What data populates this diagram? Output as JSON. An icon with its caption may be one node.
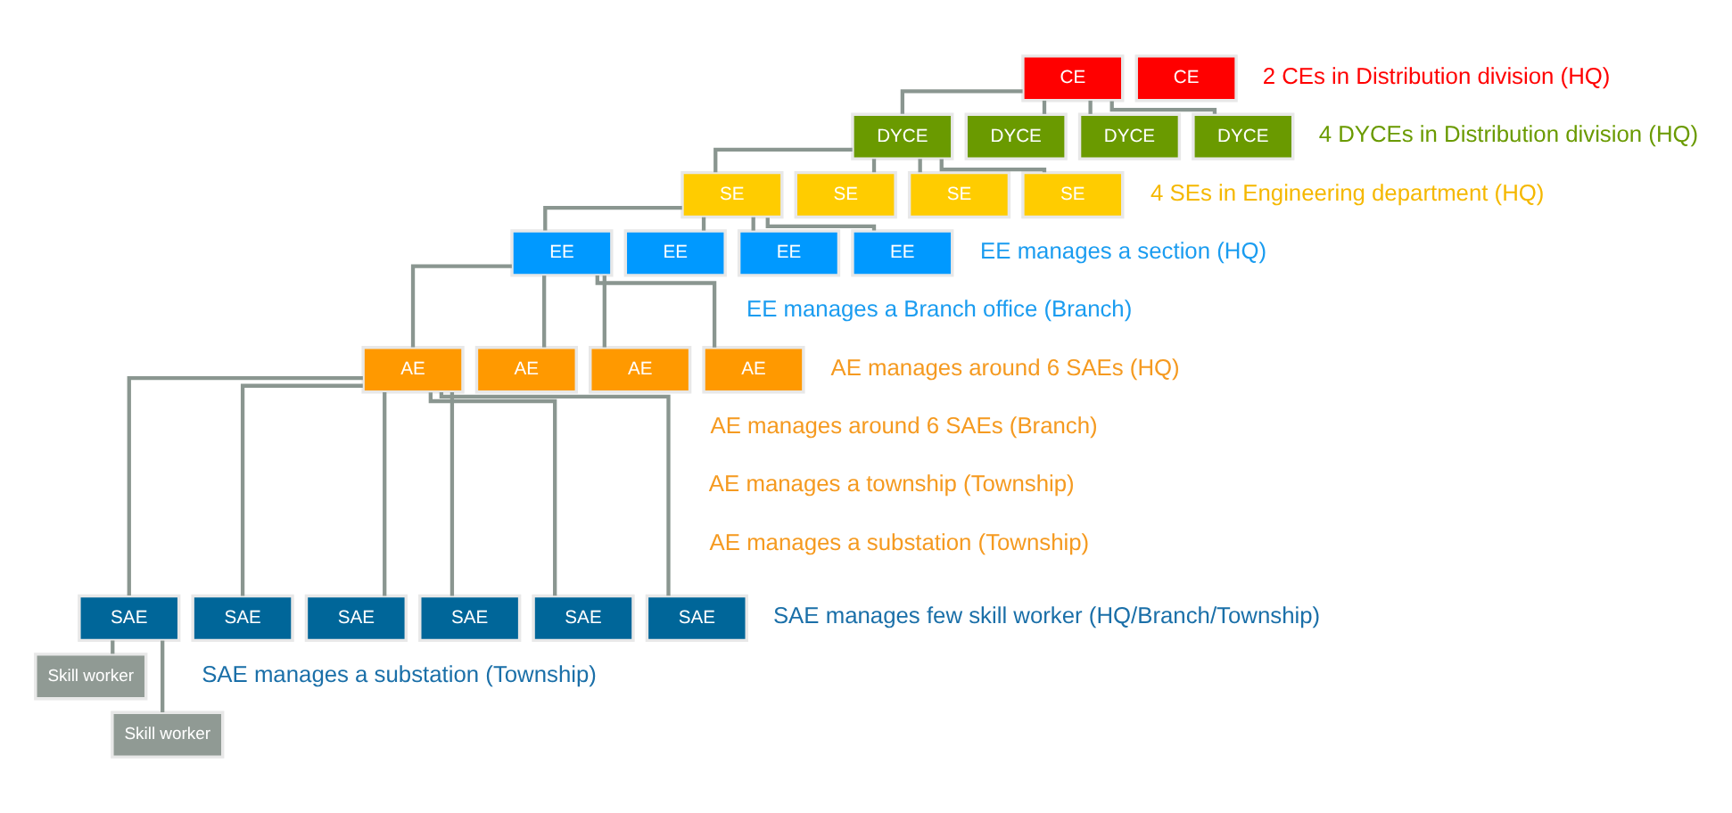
{
  "diagram": {
    "nodes": [
      {
        "text": [
          "CE"
        ]
      },
      {
        "text": [
          "CE"
        ]
      },
      {
        "text": [
          "DYCE"
        ]
      },
      {
        "text": [
          "DYCE"
        ]
      },
      {
        "text": [
          "DYCE"
        ]
      },
      {
        "text": [
          "DYCE"
        ]
      },
      {
        "text": [
          "SE"
        ]
      },
      {
        "text": [
          "SE"
        ]
      },
      {
        "text": [
          "SE"
        ]
      },
      {
        "text": [
          "SE"
        ]
      },
      {
        "text": [
          "EE"
        ]
      },
      {
        "text": [
          "EE"
        ]
      },
      {
        "text": [
          "EE"
        ]
      },
      {
        "text": [
          "EE"
        ]
      },
      {
        "text": [
          "AE"
        ]
      },
      {
        "text": [
          "AE"
        ]
      },
      {
        "text": [
          "AE"
        ]
      },
      {
        "text": [
          "AE"
        ]
      },
      {
        "text": [
          "SAE"
        ]
      },
      {
        "text": [
          "SAE"
        ]
      },
      {
        "text": [
          "SAE"
        ]
      },
      {
        "text": [
          "SAE"
        ]
      },
      {
        "text": [
          "SAE"
        ]
      },
      {
        "text": [
          "SAE"
        ]
      },
      {
        "text": [
          "Skill worker"
        ]
      },
      {
        "text": [
          "Skill worker"
        ]
      }
    ],
    "edges": [
      {
        "from": 0,
        "to": 2,
        "arrow": "none"
      },
      {
        "from": 0,
        "to": 3,
        "arrow": "none"
      },
      {
        "from": 0,
        "to": 4,
        "arrow": "none"
      },
      {
        "from": 0,
        "to": 5,
        "arrow": "none"
      },
      {
        "from": 2,
        "to": 6,
        "arrow": "none"
      },
      {
        "from": 2,
        "to": 7,
        "arrow": "none"
      },
      {
        "from": 2,
        "to": 8,
        "arrow": "none"
      },
      {
        "from": 2,
        "to": 9,
        "arrow": "none"
      },
      {
        "from": 6,
        "to": 10,
        "arrow": "none"
      },
      {
        "from": 6,
        "to": 11,
        "arrow": "none"
      },
      {
        "from": 6,
        "to": 12,
        "arrow": "none"
      },
      {
        "from": 6,
        "to": 13,
        "arrow": "none"
      },
      {
        "from": 10,
        "to": 14,
        "arrow": "none"
      },
      {
        "from": 10,
        "to": 15,
        "arrow": "none"
      },
      {
        "from": 10,
        "to": 16,
        "arrow": "none"
      },
      {
        "from": 10,
        "to": 17,
        "arrow": "none"
      },
      {
        "from": 14,
        "to": 18,
        "arrow": "none"
      },
      {
        "from": 14,
        "to": 19,
        "arrow": "none"
      },
      {
        "from": 14,
        "to": 20,
        "arrow": "none"
      },
      {
        "from": 14,
        "to": 21,
        "arrow": "none"
      },
      {
        "from": 14,
        "to": 22,
        "arrow": "none"
      },
      {
        "from": 14,
        "to": 23,
        "arrow": "none"
      },
      {
        "from": 18,
        "to": 24,
        "arrow": "none"
      },
      {
        "from": 18,
        "to": 25,
        "arrow": "none"
      }
    ],
    "labels": [
      "2 CEs in Distribution division (HQ)",
      "4 DYCEs in Distribution division (HQ)",
      "4 SEs in Engineering department (HQ)",
      "EE manages a section (HQ)",
      "EE manages a Branch office (Branch)",
      "AE manages around 6 SAEs (HQ)",
      "AE manages around 6 SAEs (Branch)",
      "AE manages a township (Township)",
      "AE manages a substation (Township)",
      "SAE manages few skill worker (HQ/Branch/Township)",
      "SAE manages a substation (Township)"
    ]
  }
}
